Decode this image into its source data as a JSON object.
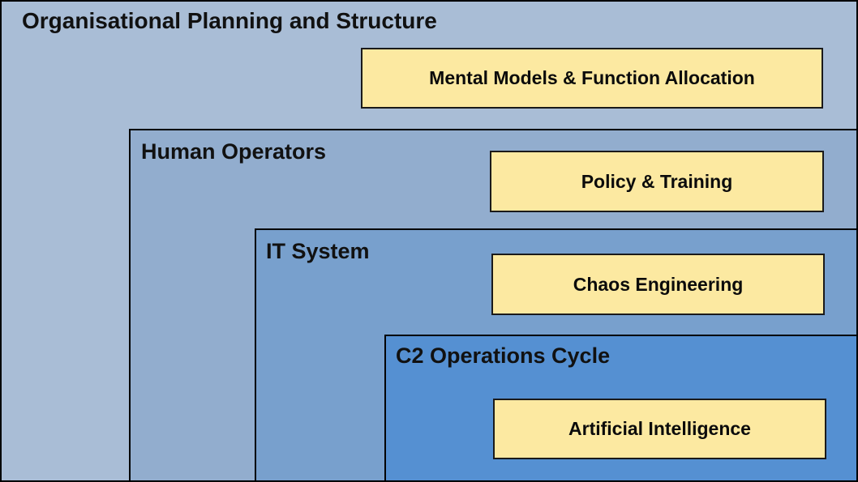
{
  "diagram": {
    "layers": [
      {
        "title": "Organisational Planning and Structure",
        "tag": "Mental Models & Function Allocation",
        "bg": "#a9bdd6"
      },
      {
        "title": "Human Operators",
        "tag": "Policy & Training",
        "bg": "#92adce"
      },
      {
        "title": "IT System",
        "tag": "Chaos Engineering",
        "bg": "#78a0cd"
      },
      {
        "title": "C2 Operations Cycle",
        "tag": "Artificial Intelligence",
        "bg": "#5590d2"
      }
    ],
    "tag_bg": "#fce9a1",
    "border_color": "#000000"
  }
}
